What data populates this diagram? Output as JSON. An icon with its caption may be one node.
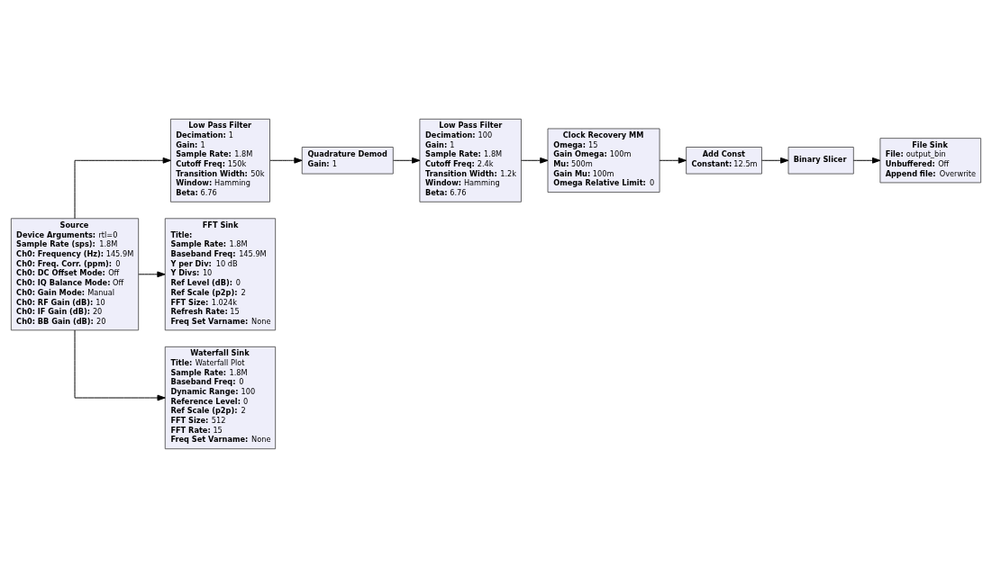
{
  "diagram": {
    "nodes": [
      {
        "text": [
          "Source",
          "**Device Arguments:** rtl=0",
          "**Sample Rate (sps):** 1.8M",
          "**Ch0: Frequency (Hz):** 145.9M",
          "**Ch0: Freq. Corr. (ppm):** 0",
          "**Ch0: DC Offset Mode:** Off",
          "**Ch0: IQ Balance Mode:** Off",
          "**Ch0: Gain Mode:** Manual",
          "**Ch0: RF Gain (dB):** 10",
          "**Ch0: IF Gain (dB):** 20",
          "**Ch0: BB Gain (dB):** 20"
        ]
      },
      {
        "text": [
          "Low Pass Filter",
          "**Decimation:** 1",
          "**Gain:** 1",
          "**Sample Rate:** 1.8M",
          "**Cutoff Freq:** 150k",
          "**Transition Width:** 50k",
          "**Window:** Hamming",
          "**Beta:** 6.76"
        ]
      },
      {
        "text": [
          "FFT Sink",
          "**Title:**",
          "**Sample Rate:** 1.8M",
          "**Baseband Freq:** 145.9M",
          "**Y per Div:** 10 dB",
          "**Y Divs:** 10",
          "**Ref Level (dB):** 0",
          "**Ref Scale (p2p):** 2",
          "**FFT Size:** 1.024k",
          "**Refresh Rate:** 15",
          "**Freq Set Varname:** None"
        ]
      },
      {
        "text": [
          "Waterfall Sink",
          "**Title:** Waterfall Plot",
          "**Sample Rate:** 1.8M",
          "**Baseband Freq:** 0",
          "**Dynamic Range:** 100",
          "**Reference Level:** 0",
          "**Ref Scale (p2p):** 2",
          "**FFT Size:** 512",
          "**FFT Rate:** 15",
          "**Freq Set Varname:** None"
        ]
      },
      {
        "text": [
          "Quadrature Demod",
          "**Gain:** 1"
        ]
      },
      {
        "text": [
          "Low Pass Filter",
          "**Decimation:** 100",
          "**Gain:** 1",
          "**Sample Rate:** 1.8M",
          "**Cutoff Freq:** 2.4k",
          "**Transition Width:** 1.2k",
          "**Window:** Hamming",
          "**Beta:** 6.76"
        ]
      },
      {
        "text": [
          "Clock Recovery MM",
          "**Omega:** 15",
          "**Gain Omega:** 100m",
          "**Mu:** 500m",
          "**Gain Mu:** 100m",
          "**Omega Relative Limit:** 0"
        ]
      },
      {
        "text": [
          "Add Const",
          "**Constant:** 12.5m"
        ]
      },
      {
        "text": [
          "Binary Slicer"
        ]
      },
      {
        "text": [
          "File Sink",
          "**File:** output_bin",
          "**Unbuffered:** Off",
          "**Append file:** Overwrite"
        ]
      }
    ],
    "edges": [
      {
        "from": 0,
        "to": 1,
        "arrow": "to"
      },
      {
        "from": 0,
        "to": 2,
        "arrow": "to"
      },
      {
        "from": 0,
        "to": 3,
        "arrow": "to"
      },
      {
        "from": 1,
        "to": 4,
        "arrow": "to"
      },
      {
        "from": 4,
        "to": 5,
        "arrow": "to"
      },
      {
        "from": 5,
        "to": 6,
        "arrow": "to"
      },
      {
        "from": 6,
        "to": 7,
        "arrow": "to"
      },
      {
        "from": 7,
        "to": 8,
        "arrow": "to"
      },
      {
        "from": 8,
        "to": 9,
        "arrow": "to"
      }
    ]
  }
}
